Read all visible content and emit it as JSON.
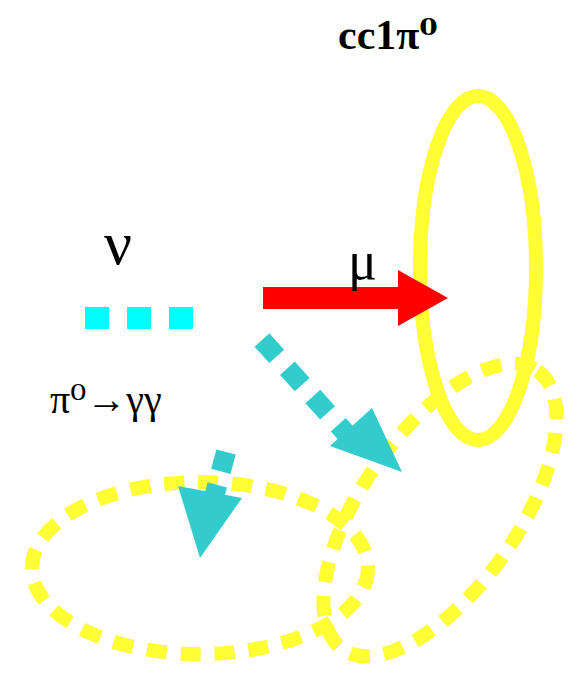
{
  "diagram": {
    "title": "cc1π⁰",
    "labels": [
      "ν",
      "μ",
      "π⁰→γγ"
    ]
  }
}
